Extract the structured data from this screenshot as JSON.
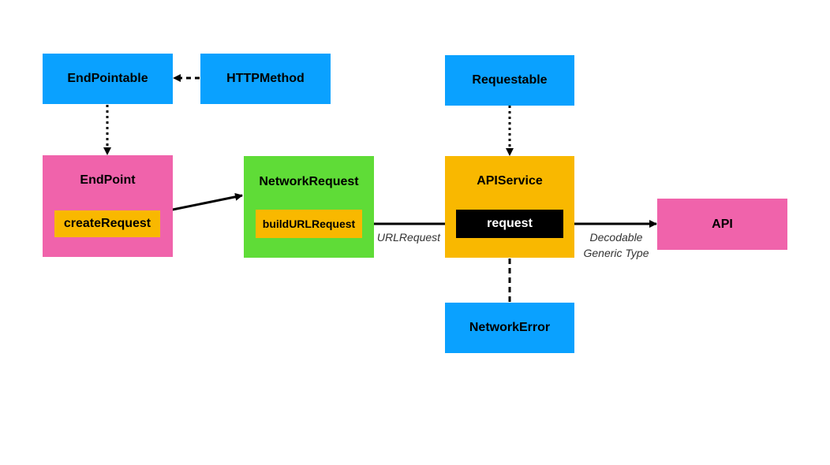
{
  "nodes": {
    "endpointable": {
      "label": "EndPointable",
      "color": "#0aa1ff"
    },
    "httpmethod": {
      "label": "HTTPMethod",
      "color": "#0aa1ff"
    },
    "requestable": {
      "label": "Requestable",
      "color": "#0aa1ff"
    },
    "endpoint": {
      "label": "EndPoint",
      "color": "#f063ab",
      "method": "createRequest"
    },
    "networkrequest": {
      "label": "NetworkRequest",
      "color": "#5fdc37",
      "method": "buildURLRequest"
    },
    "apiservice": {
      "label": "APIService",
      "color": "#f9b800",
      "method": "request"
    },
    "api": {
      "label": "API",
      "color": "#f063ab"
    },
    "networkerror": {
      "label": "NetworkError",
      "color": "#0aa1ff"
    }
  },
  "edge_labels": {
    "urlrequest": "URLRequest",
    "decodable_line1": "Decodable",
    "decodable_line2": "Generic Type"
  },
  "edges": [
    {
      "from": "httpmethod",
      "to": "endpointable",
      "style": "dashed"
    },
    {
      "from": "endpointable",
      "to": "endpoint",
      "style": "dotted"
    },
    {
      "from": "requestable",
      "to": "apiservice",
      "style": "dotted"
    },
    {
      "from": "endpoint.createRequest",
      "to": "networkrequest",
      "style": "solid"
    },
    {
      "from": "networkrequest.buildURLRequest",
      "to": "apiservice.request",
      "style": "solid",
      "label": "URLRequest"
    },
    {
      "from": "apiservice.request",
      "to": "api",
      "style": "solid",
      "label": "Decodable Generic Type"
    },
    {
      "from": "networkerror",
      "to": "apiservice.request",
      "style": "dashed"
    }
  ]
}
